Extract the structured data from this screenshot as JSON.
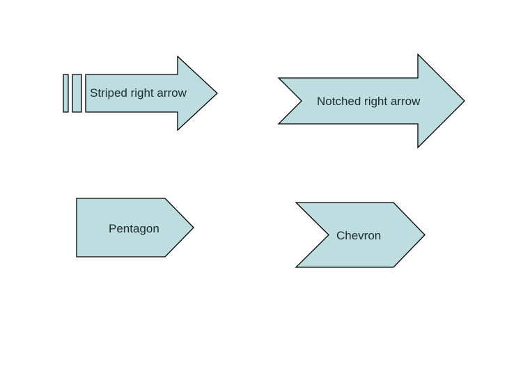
{
  "slide": {
    "background_color": "#ffffff",
    "colors": {
      "shape_fill": "#bedde0",
      "shape_border": "#000000",
      "label_text": "#1d2a2e"
    },
    "shapes": [
      {
        "type": "striped-right-arrow",
        "label": "Striped right arrow"
      },
      {
        "type": "notched-right-arrow",
        "label": "Notched right arrow"
      },
      {
        "type": "pentagon",
        "label": "Pentagon"
      },
      {
        "type": "chevron",
        "label": "Chevron"
      }
    ]
  }
}
